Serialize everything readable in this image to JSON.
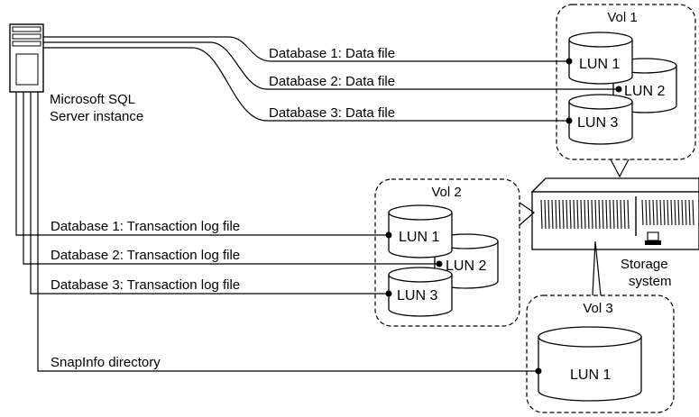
{
  "server": {
    "label_line1": "Microsoft SQL",
    "label_line2": "Server instance",
    "icon": "server-tower-icon"
  },
  "storage": {
    "label_line1": "Storage",
    "label_line2": "system",
    "icon": "storage-system-icon"
  },
  "connections": {
    "db1_data": "Database 1: Data file",
    "db2_data": "Database 2: Data file",
    "db3_data": "Database 3: Data file",
    "db1_log": "Database 1: Transaction log file",
    "db2_log": "Database 2: Transaction log file",
    "db3_log": "Database 3: Transaction log file",
    "snapinfo": "SnapInfo directory"
  },
  "volumes": {
    "vol1": {
      "title": "Vol 1",
      "luns": [
        "LUN 1",
        "LUN 2",
        "LUN 3"
      ]
    },
    "vol2": {
      "title": "Vol 2",
      "luns": [
        "LUN 1",
        "LUN 2",
        "LUN 3"
      ]
    },
    "vol3": {
      "title": "Vol 3",
      "luns": [
        "LUN 1"
      ]
    }
  }
}
